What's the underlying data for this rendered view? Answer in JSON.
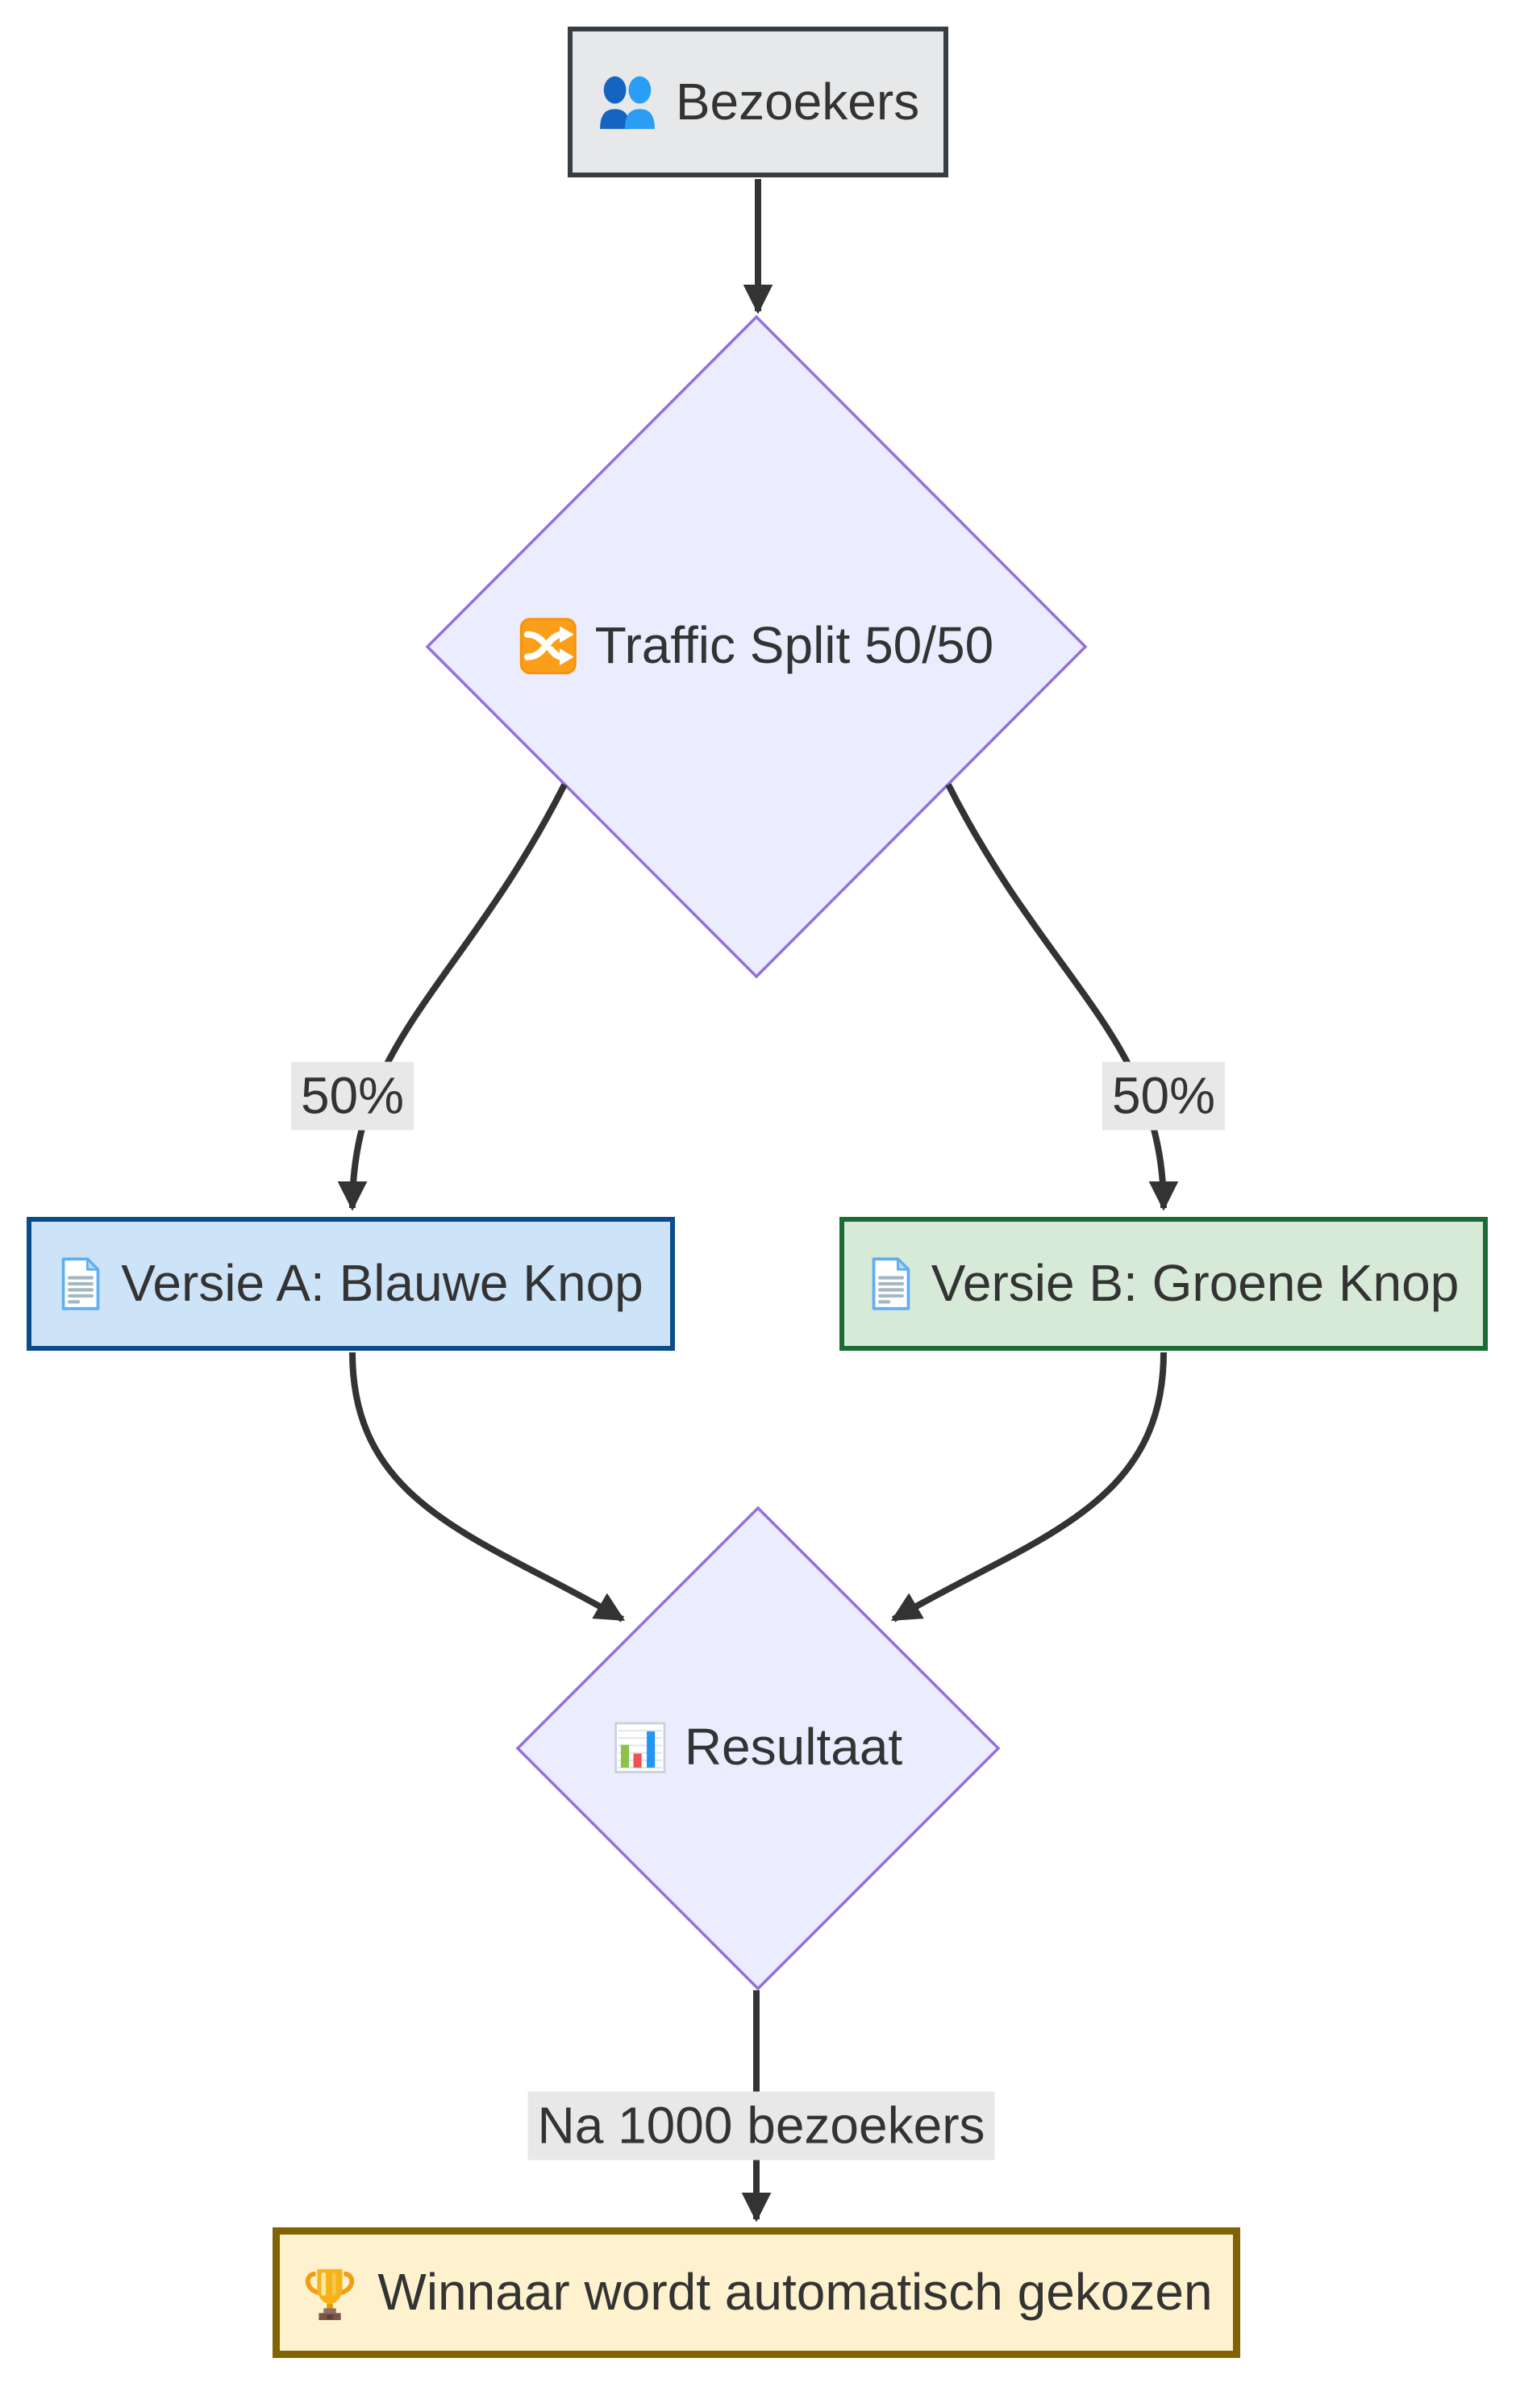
{
  "diagram": {
    "type": "flowchart",
    "background": "#ffffff",
    "text_color": "#333333",
    "edge_color": "#333333",
    "edge_label_background": "#e8e8e8",
    "nodes": {
      "bezoekers": {
        "label": "Bezoekers",
        "icon": "people-icon",
        "shape": "rect",
        "fill": "#e7e8e9",
        "stroke": "#383d41"
      },
      "traffic_split": {
        "label": "Traffic Split 50/50",
        "icon": "shuffle-icon",
        "shape": "diamond",
        "fill": "#ececff",
        "stroke": "#9370db"
      },
      "versie_a": {
        "label": "Versie A: Blauwe Knop",
        "icon": "document-icon",
        "shape": "rect",
        "fill": "#cde4f8",
        "stroke": "#0b4d8c"
      },
      "versie_b": {
        "label": "Versie B: Groene Knop",
        "icon": "document-icon",
        "shape": "rect",
        "fill": "#d7e9d7",
        "stroke": "#1a6b35"
      },
      "resultaat": {
        "label": "Resultaat",
        "icon": "bar-chart-icon",
        "shape": "diamond",
        "fill": "#ececff",
        "stroke": "#9370db"
      },
      "winnaar": {
        "label": "Winnaar wordt automatisch gekozen",
        "icon": "trophy-icon",
        "shape": "rect",
        "fill": "#fdf2cd",
        "stroke": "#816204"
      }
    },
    "edges": [
      {
        "from": "bezoekers",
        "to": "traffic_split",
        "label": ""
      },
      {
        "from": "traffic_split",
        "to": "versie_a",
        "label": "50%"
      },
      {
        "from": "traffic_split",
        "to": "versie_b",
        "label": "50%"
      },
      {
        "from": "versie_a",
        "to": "resultaat",
        "label": ""
      },
      {
        "from": "versie_b",
        "to": "resultaat",
        "label": ""
      },
      {
        "from": "resultaat",
        "to": "winnaar",
        "label": "Na 1000 bezoekers"
      }
    ]
  }
}
